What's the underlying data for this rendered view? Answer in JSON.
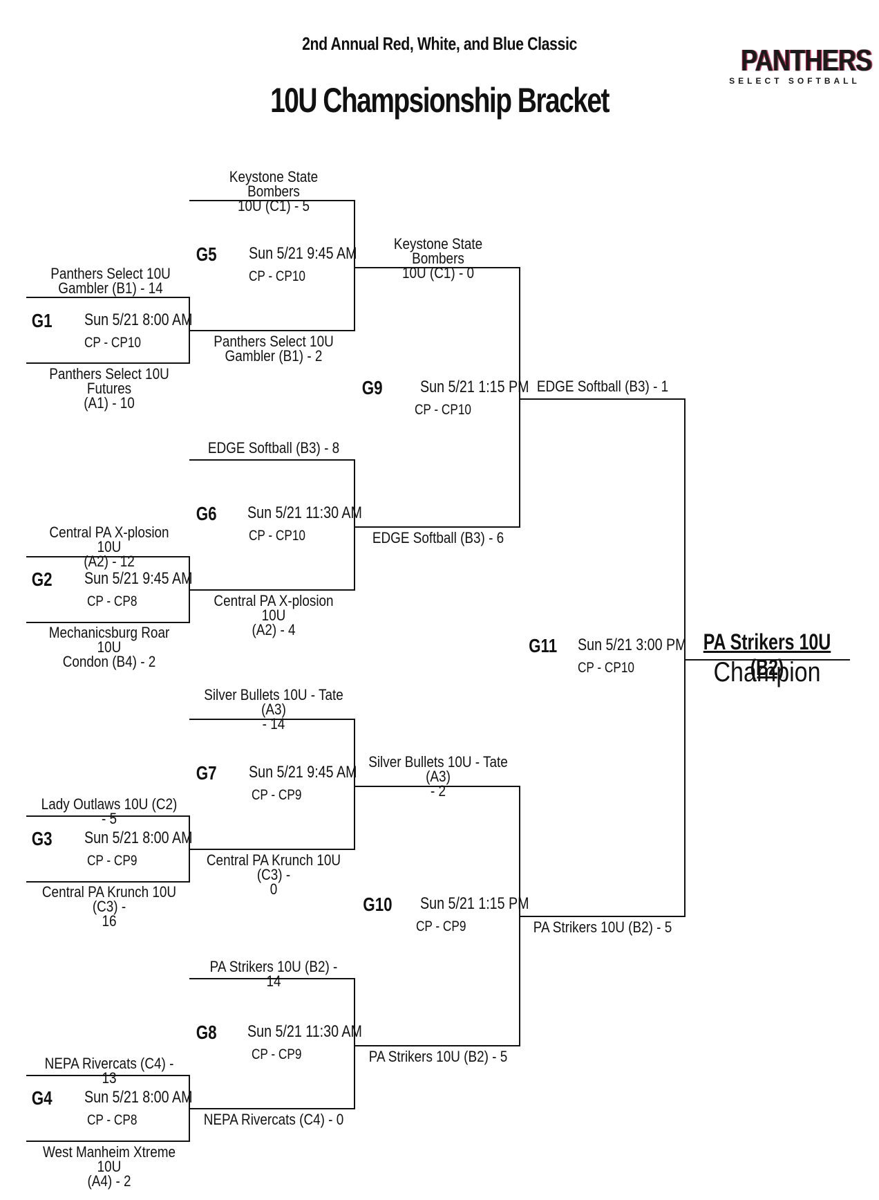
{
  "header": {
    "subtitle": "2nd Annual Red, White, and Blue Classic",
    "title": "10U Champsionship Bracket"
  },
  "logo": {
    "word": "PANTHERS",
    "tagline": "SELECT SOFTBALL"
  },
  "round1": [
    {
      "id": "G1",
      "time": "Sun 5/21 8:00 AM",
      "field": "CP - CP10",
      "top": [
        "Panthers Select 10U",
        "Gambler (B1) - 14"
      ],
      "bottom": [
        "Panthers Select 10U Futures",
        "(A1) - 10"
      ]
    },
    {
      "id": "G2",
      "time": "Sun 5/21 9:45 AM",
      "field": "CP - CP8",
      "top": [
        "Central PA X-plosion 10U",
        "(A2) - 12"
      ],
      "bottom": [
        "Mechanicsburg Roar 10U",
        "Condon (B4) - 2"
      ]
    },
    {
      "id": "G3",
      "time": "Sun 5/21 8:00 AM",
      "field": "CP - CP9",
      "top": [
        "Lady Outlaws 10U (C2) - 5"
      ],
      "bottom": [
        "Central PA Krunch 10U (C3) -",
        "16"
      ]
    },
    {
      "id": "G4",
      "time": "Sun 5/21 8:00 AM",
      "field": "CP - CP8",
      "top": [
        "NEPA Rivercats (C4) - 13"
      ],
      "bottom": [
        "West Manheim Xtreme 10U",
        "(A4) - 2"
      ]
    }
  ],
  "round2": [
    {
      "id": "G5",
      "time": "Sun 5/21 9:45 AM",
      "field": "CP - CP10",
      "top": [
        "Keystone State Bombers",
        "10U (C1) - 5"
      ],
      "bottom": [
        "Panthers Select 10U",
        "Gambler (B1) - 2"
      ]
    },
    {
      "id": "G6",
      "time": "Sun 5/21 11:30 AM",
      "field": "CP - CP10",
      "top": [
        "EDGE Softball (B3) - 8"
      ],
      "bottom": [
        "Central PA X-plosion 10U",
        "(A2) - 4"
      ]
    },
    {
      "id": "G7",
      "time": "Sun 5/21 9:45 AM",
      "field": "CP - CP9",
      "top": [
        "Silver Bullets 10U - Tate (A3)",
        "- 14"
      ],
      "bottom": [
        "Central PA Krunch 10U (C3) -",
        "0"
      ]
    },
    {
      "id": "G8",
      "time": "Sun 5/21 11:30 AM",
      "field": "CP - CP9",
      "top": [
        "PA Strikers 10U (B2) - 14"
      ],
      "bottom": [
        "NEPA Rivercats (C4) - 0"
      ]
    }
  ],
  "round3": [
    {
      "id": "G9",
      "time": "Sun 5/21 1:15 PM",
      "field": "CP - CP10",
      "top": [
        "Keystone State Bombers",
        "10U (C1) - 0"
      ],
      "bottom": [
        "EDGE Softball (B3) - 6"
      ]
    },
    {
      "id": "G10",
      "time": "Sun 5/21 1:15 PM",
      "field": "CP - CP9",
      "top": [
        "Silver Bullets 10U - Tate (A3)",
        "- 2"
      ],
      "bottom": [
        "PA Strikers 10U (B2) - 5"
      ]
    }
  ],
  "final": {
    "id": "G11",
    "time": "Sun 5/21 3:00 PM",
    "field": "CP - CP10",
    "top": [
      "EDGE Softball (B3) - 1"
    ],
    "bottom": [
      "PA Strikers 10U (B2) - 5"
    ]
  },
  "champion": {
    "name": "PA Strikers 10U (B2)",
    "label": "Champion"
  }
}
